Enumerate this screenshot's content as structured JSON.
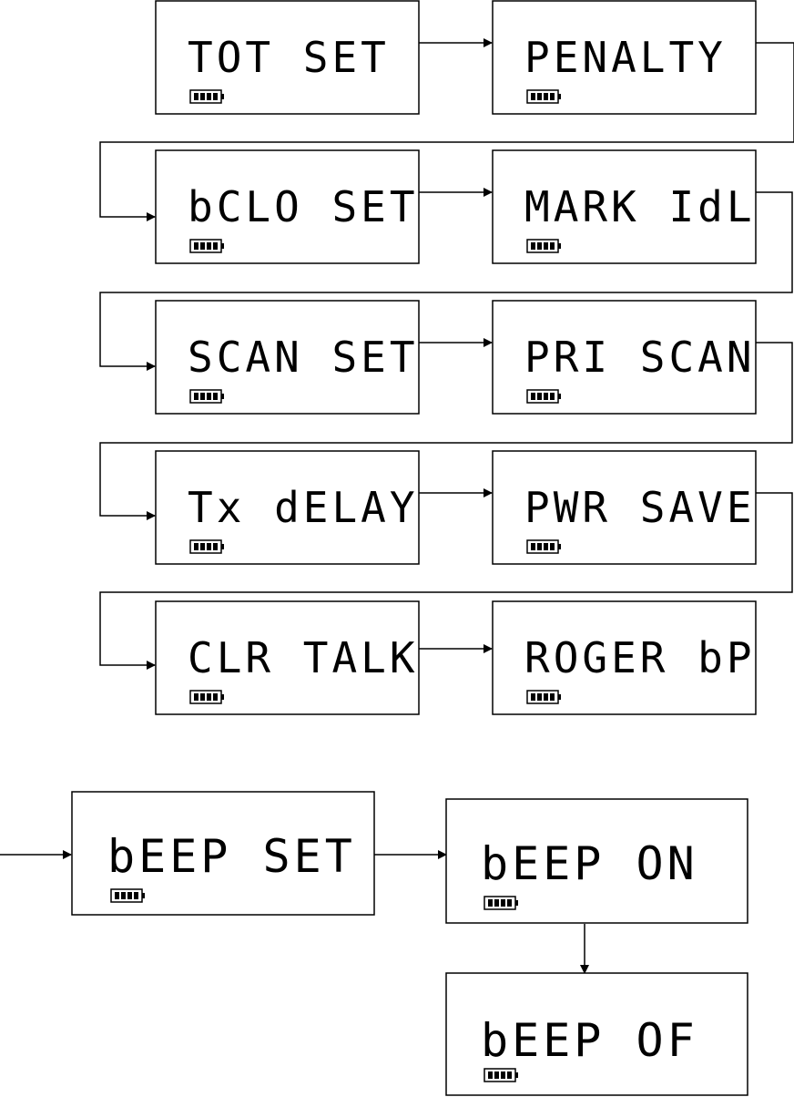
{
  "screens": [
    {
      "id": "tot-set",
      "text": "TOT SET"
    },
    {
      "id": "penalty",
      "text": "PENALTY"
    },
    {
      "id": "bclo-set",
      "text": "bCLO SET"
    },
    {
      "id": "mark-idl",
      "text": "MARK IdL"
    },
    {
      "id": "scan-set",
      "text": "SCAN SET"
    },
    {
      "id": "pri-scan",
      "text": "PRI SCAN"
    },
    {
      "id": "tx-delay",
      "text": "Tx dELAY"
    },
    {
      "id": "pwr-save",
      "text": "PWR SAVE"
    },
    {
      "id": "clr-talk",
      "text": "CLR TALK"
    },
    {
      "id": "roger-bp",
      "text": "ROGER bP"
    },
    {
      "id": "beep-set",
      "text": "bEEP SET"
    },
    {
      "id": "beep-on",
      "text": "bEEP  ON"
    },
    {
      "id": "beep-of",
      "text": "bEEP  OF"
    }
  ],
  "battery": {
    "icon": "battery-icon",
    "bars": 4
  }
}
